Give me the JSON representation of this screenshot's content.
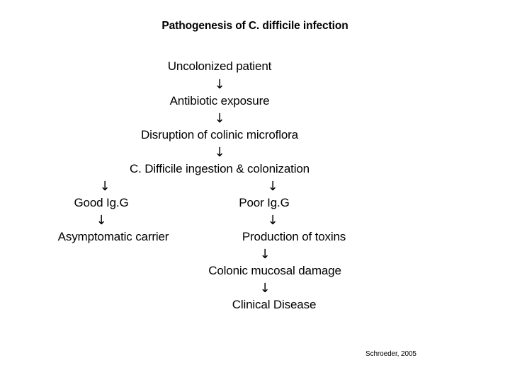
{
  "slide": {
    "title": "Pathogenesis of C. difficile infection",
    "background_color": "#ffffff",
    "text_color": "#000000"
  },
  "flow": {
    "arrow_glyph": "↓",
    "trunk": [
      {
        "id": "uncolonized-patient",
        "label": "Uncolonized patient"
      },
      {
        "id": "antibiotic-exposure",
        "label": "Antibiotic exposure"
      },
      {
        "id": "disruption-of-colinic-microflora",
        "label": "Disruption of colinic microflora"
      },
      {
        "id": "c-difficile-ingestion-and-colonization",
        "label": "C. Difficile ingestion & colonization"
      }
    ],
    "left_branch": [
      {
        "id": "good-igg",
        "label": "Good Ig.G"
      },
      {
        "id": "asymptomatic-carrier",
        "label": "Asymptomatic carrier"
      }
    ],
    "right_branch": [
      {
        "id": "poor-igg",
        "label": "Poor Ig.G"
      },
      {
        "id": "production-of-toxins",
        "label": "Production of toxins"
      },
      {
        "id": "colonic-mucosal-damage",
        "label": "Colonic mucosal damage"
      },
      {
        "id": "clinical-disease",
        "label": "Clinical Disease"
      }
    ]
  },
  "citation": {
    "text": "Schroeder, 2005"
  }
}
